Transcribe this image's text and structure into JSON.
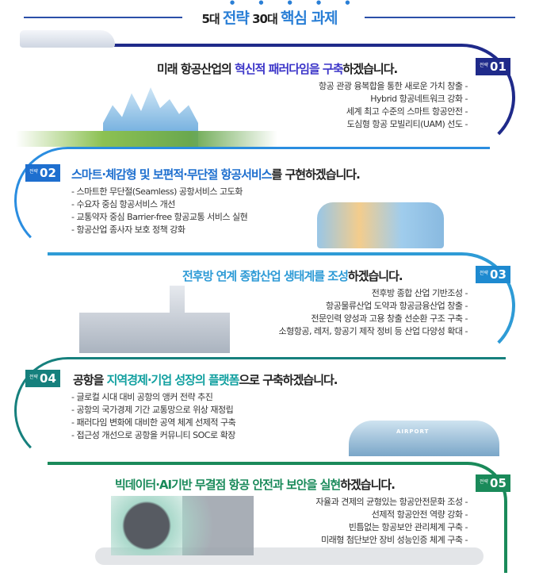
{
  "header": {
    "part1": "5대 ",
    "hl1": "전략",
    "part2": " 30대 ",
    "hl2": "핵심 과제"
  },
  "badge_prefix": "전략",
  "colors": {
    "s1": "#1f2a8a",
    "s2": "#1e6fcf",
    "s3": "#2e9bd6",
    "s4": "#16807d",
    "s5": "#1a8a5a"
  },
  "sections": [
    {
      "num": "01",
      "head_plain1": "미래 항공산업의 ",
      "head_hl": "혁신적 패러다임을 구축",
      "head_plain2": "하겠습니다.",
      "items": [
        "항공 관광 융복합을 통한 새로운 가치 창출 -",
        "Hybrid 항공네트워크 강화 -",
        "세계 최고 수준의 스마트 항공안전 -",
        "도심형 항공 모빌리티(UAM) 선도 -"
      ]
    },
    {
      "num": "02",
      "head_hl": "스마트·체감형 및 보편적·무단절 항공서비스",
      "head_plain2": "를 구현하겠습니다.",
      "items": [
        "- 스마트한 무단절(Seamless) 공항서비스 고도화",
        "- 수요자 중심 항공서비스 개선",
        "- 교통약자 중심 Barrier-free 항공교통 서비스 실현",
        "- 항공산업 종사자 보호 정책 강화"
      ]
    },
    {
      "num": "03",
      "head_hl": "전후방 연계 종합산업 생태계를 조성",
      "head_plain2": "하겠습니다.",
      "items": [
        "전후방 종합 산업 기반조성 -",
        "항공물류산업 도약과 항공금융산업 창출 -",
        "전문인력 양성과 고용 창출 선순환 구조 구축 -",
        "소형항공, 레저, 항공기 제작 정비 등 산업 다양성 확대 -"
      ]
    },
    {
      "num": "04",
      "head_plain1": "공항을 ",
      "head_hl": "지역경제·기업 성장의 플랫폼",
      "head_plain2": "으로 구축하겠습니다.",
      "items": [
        "- 글로컬 시대 대비 공항의 앵커 전략 추진",
        "- 공항의 국가경제 기간 교통망으로 위상 재정립",
        "- 패러다임 변화에 대비한 공역 체계 선제적 구축",
        "- 접근성 개선으로 공항을 커뮤니티 SOC로 확장"
      ],
      "airport_sign": "AIRPORT"
    },
    {
      "num": "05",
      "head_hl": "빅데이터·AI기반 무결점 항공 안전과 보안을 실현",
      "head_plain2": "하겠습니다.",
      "items": [
        "자율과 견제의 균형있는 항공안전문화 조성 -",
        "선제적 항공안전 역량 강화 -",
        "빈틈없는 항공보안 관리체계 구축 -",
        "미래형 첨단보안 장비 성능인증 체계 구축 -"
      ]
    }
  ]
}
